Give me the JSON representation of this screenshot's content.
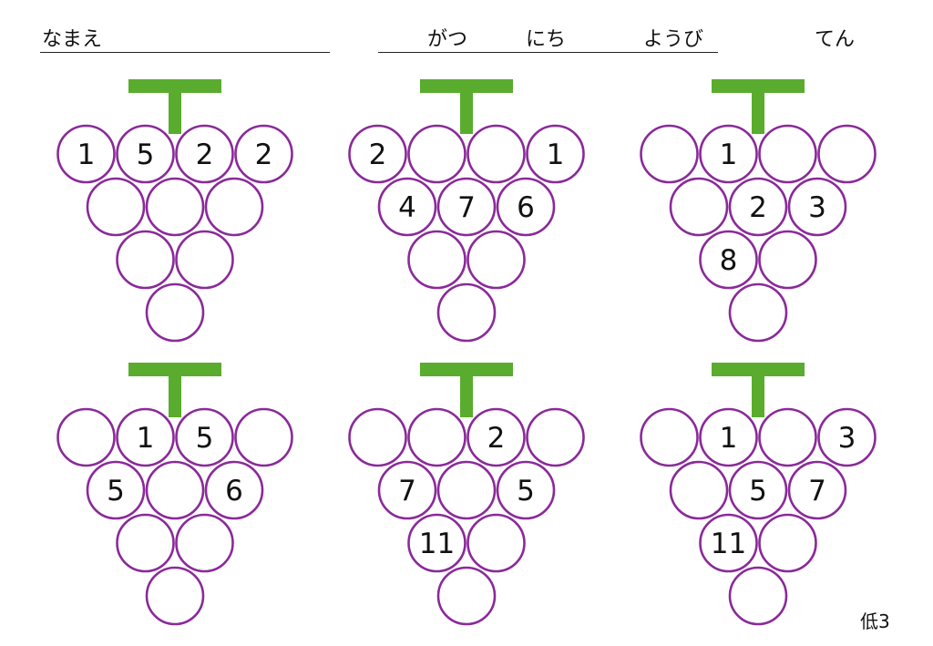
{
  "header": {
    "name_label": "なまえ",
    "month_label": "がつ",
    "day_label": "にち",
    "weekday_label": "ようび",
    "score_label": "てん"
  },
  "footer": {
    "level_label": "低3"
  },
  "colors": {
    "stem": "#5aac2e",
    "grape_stroke": "#8a2a99",
    "text": "#111111"
  },
  "puzzles": [
    {
      "rows": [
        [
          "1",
          "5",
          "2",
          "2"
        ],
        [
          "",
          "",
          ""
        ],
        [
          "",
          ""
        ],
        [
          ""
        ]
      ]
    },
    {
      "rows": [
        [
          "2",
          "",
          "",
          "1"
        ],
        [
          "4",
          "7",
          "6"
        ],
        [
          "",
          ""
        ],
        [
          ""
        ]
      ]
    },
    {
      "rows": [
        [
          "",
          "1",
          "",
          ""
        ],
        [
          "",
          "2",
          "3"
        ],
        [
          "8",
          ""
        ],
        [
          ""
        ]
      ]
    },
    {
      "rows": [
        [
          "",
          "1",
          "5",
          ""
        ],
        [
          "5",
          "",
          "6"
        ],
        [
          "",
          ""
        ],
        [
          ""
        ]
      ]
    },
    {
      "rows": [
        [
          "",
          "",
          "2",
          ""
        ],
        [
          "7",
          "",
          "5"
        ],
        [
          "11",
          ""
        ],
        [
          ""
        ]
      ]
    },
    {
      "rows": [
        [
          "",
          "1",
          "",
          "3"
        ],
        [
          "",
          "5",
          "7"
        ],
        [
          "11",
          ""
        ],
        [
          ""
        ]
      ]
    }
  ]
}
